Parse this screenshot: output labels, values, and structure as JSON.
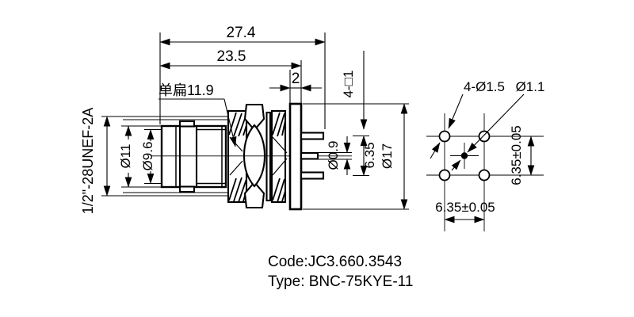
{
  "side_view": {
    "dim_overall": "27.4",
    "dim_to_flange": "23.5",
    "dim_flange_thickness": "2",
    "label_flat": "单扁11.9",
    "label_thread": "1/2\"-28UNEF-2A",
    "dim_coupling_dia": "Ø11",
    "dim_bore_dia": "Ø9.6",
    "label_square_pins": "4-□1",
    "dim_pin_dia": "Ø0.9",
    "dim_pin_span": "6.35",
    "dim_flange_dia": "Ø17"
  },
  "end_view": {
    "label_corner_holes": "4-Ø1.5",
    "label_center_pin": "Ø1.1",
    "dim_pitch_vertical": "6.35±0.05",
    "dim_pitch_horizontal": "6.35±0.05"
  },
  "title_block": {
    "code": "Code:JC3.660.3543",
    "type": "Type: BNC-75KYE-11"
  },
  "colors": {
    "ink": "#000000",
    "paper": "#ffffff"
  }
}
